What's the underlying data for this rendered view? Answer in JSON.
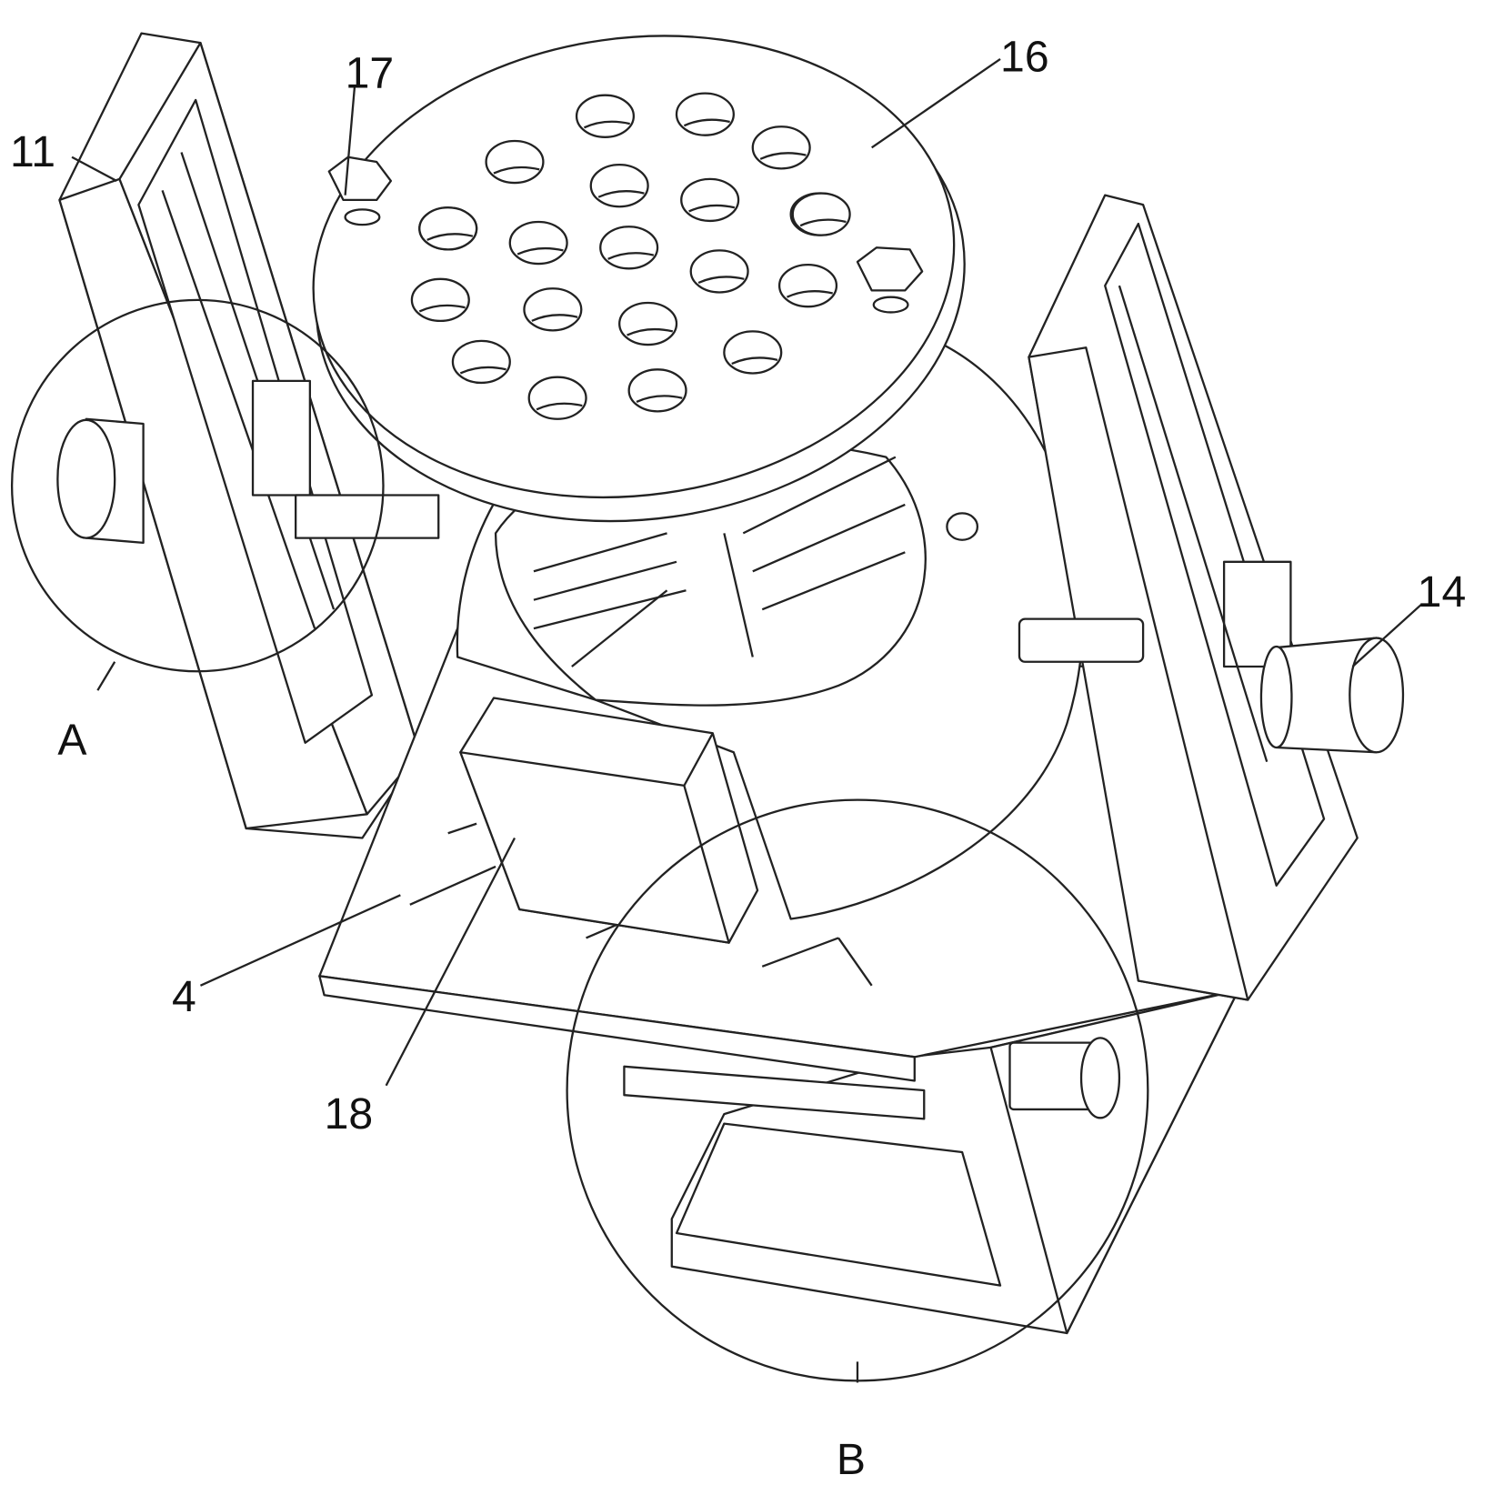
{
  "labels": {
    "part_11": "11",
    "part_17": "17",
    "part_16": "16",
    "part_14": "14",
    "detail_a": "A",
    "part_4": "4",
    "part_18": "18",
    "detail_b": "B"
  },
  "colors": {
    "line": "#222222",
    "background": "#ffffff"
  }
}
